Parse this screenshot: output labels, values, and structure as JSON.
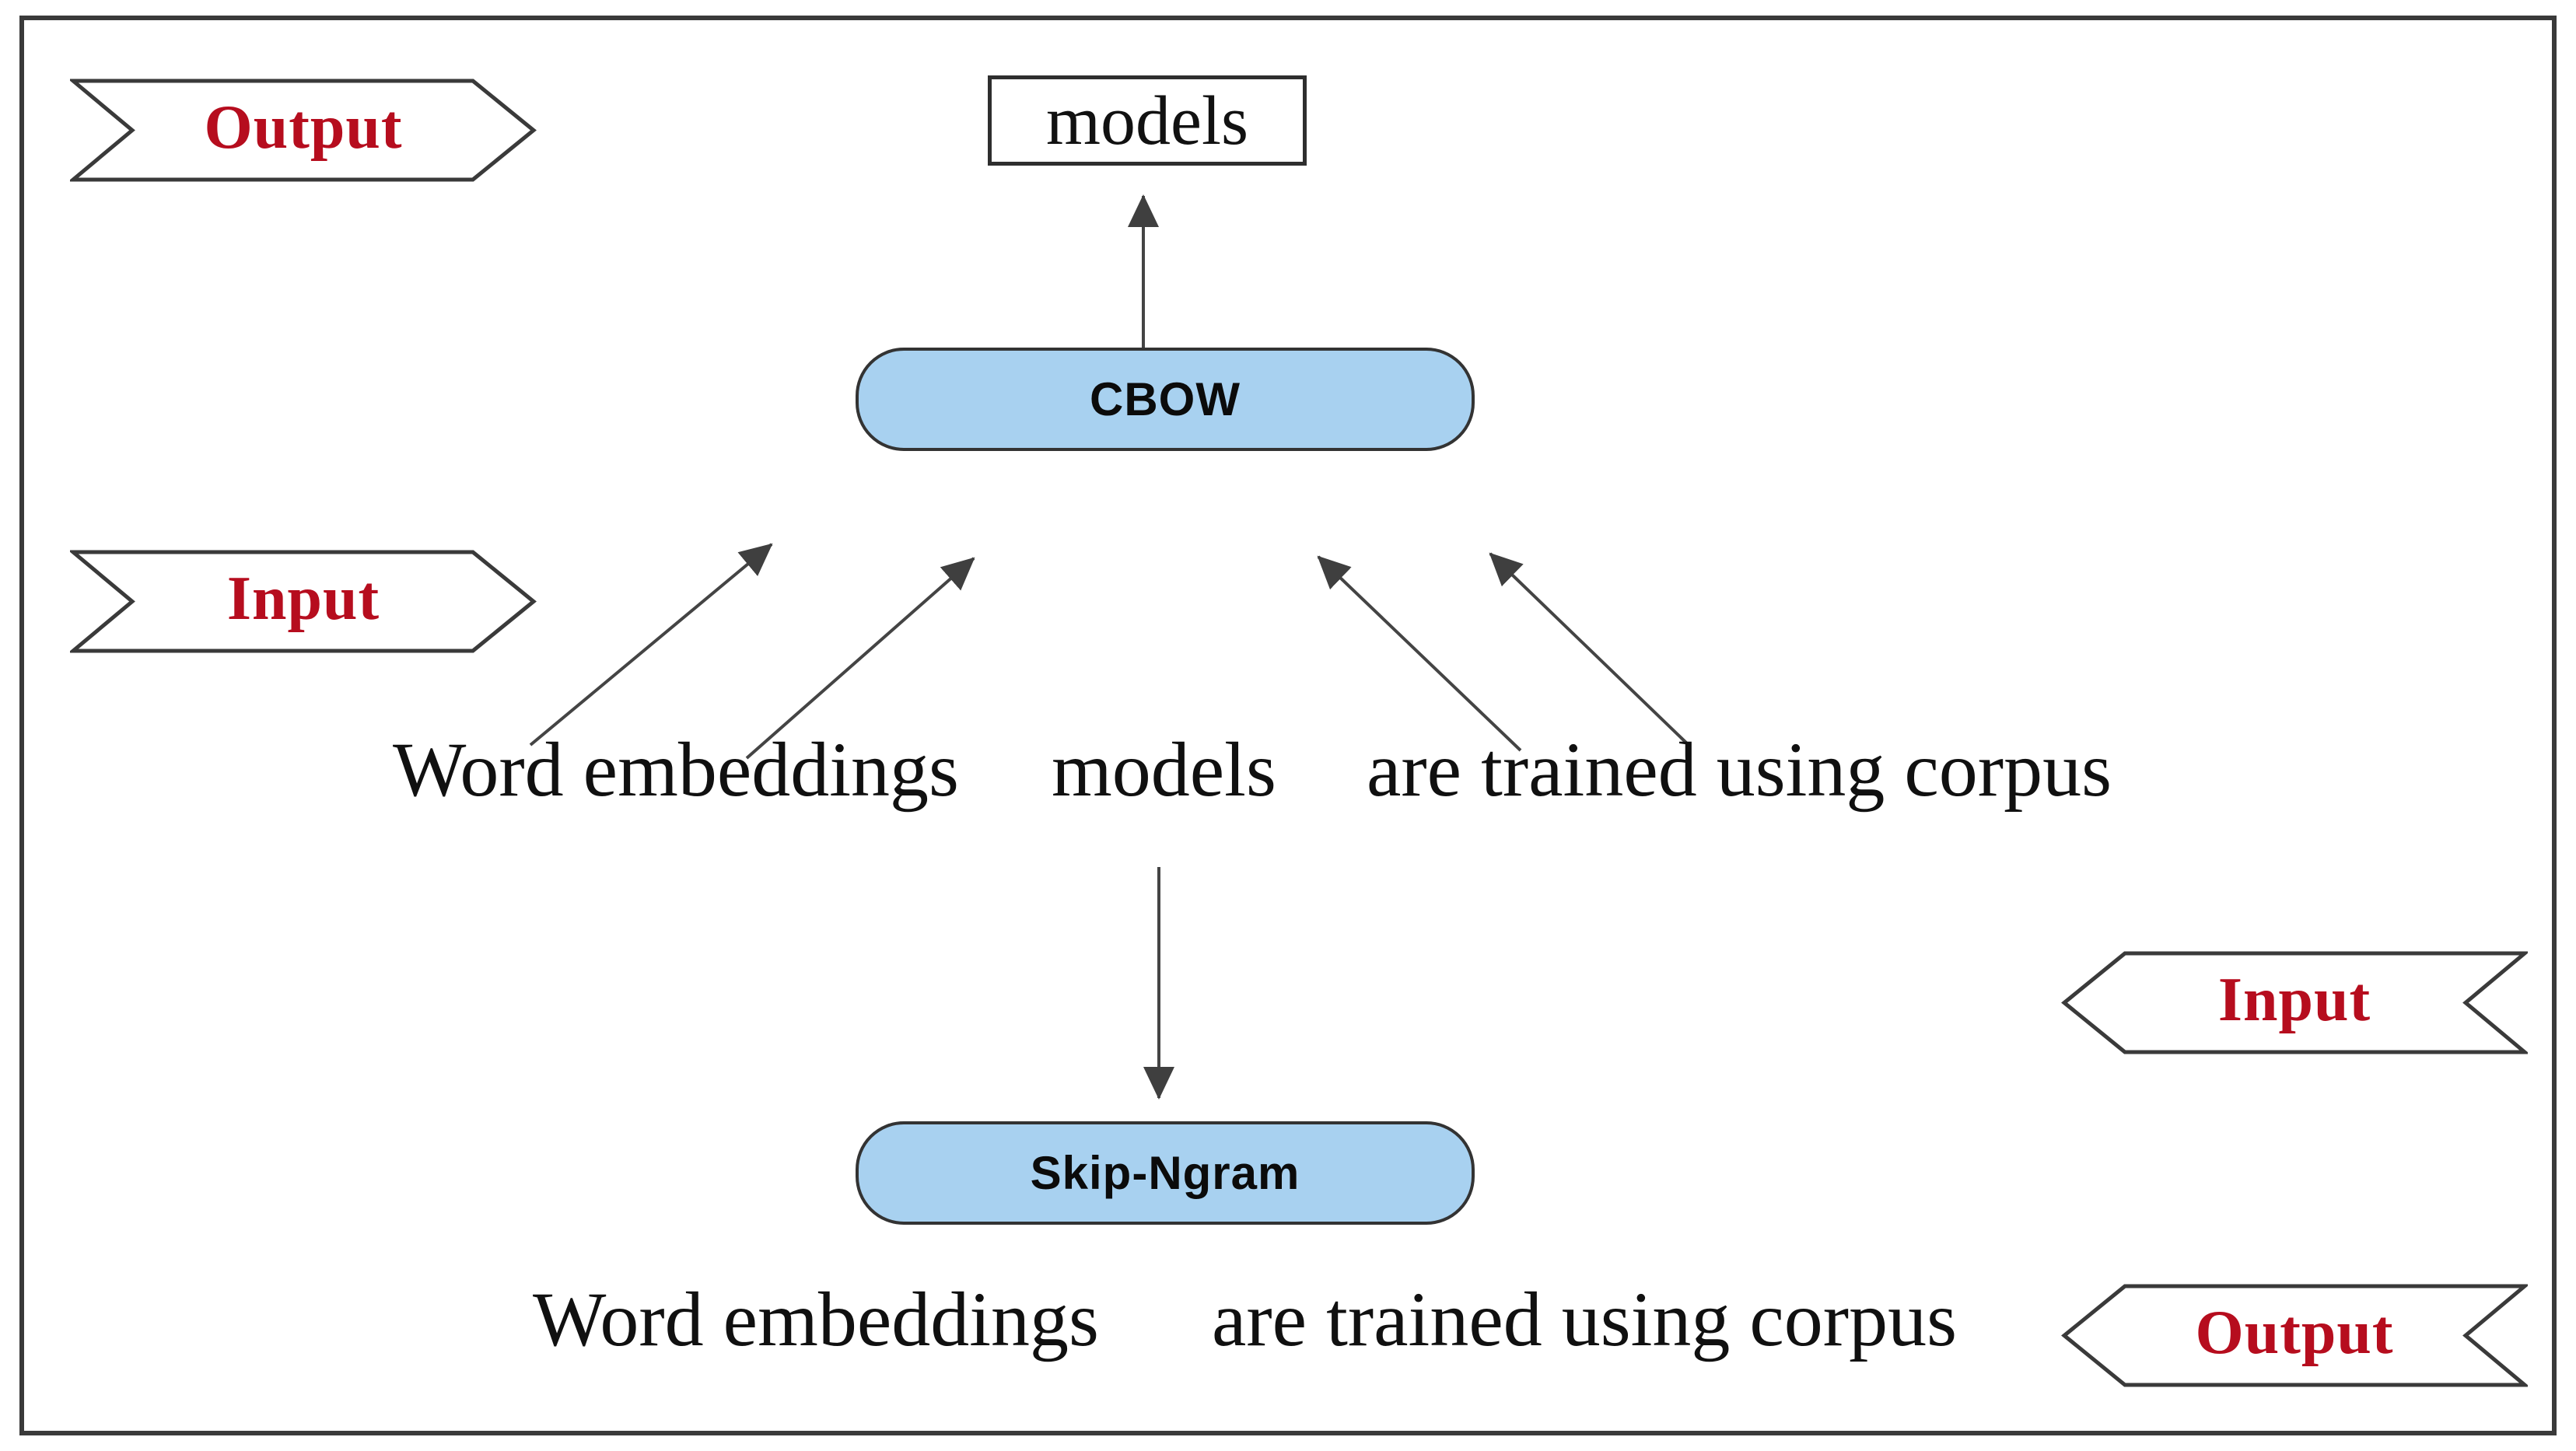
{
  "figure": {
    "type": "word2vec-architecture-diagram",
    "colors": {
      "accent_red": "#b60d1e",
      "node_fill_blue": "#a8d1f0",
      "stroke_dark": "#3a3a3a"
    }
  },
  "banners": {
    "output_top_left": "Output",
    "input_left": "Input",
    "input_right": "Input",
    "output_bottom_right": "Output"
  },
  "nodes": {
    "models_box": "models",
    "cbow": "CBOW",
    "skip_ngram": "Skip-Ngram"
  },
  "cbow_sentence": {
    "part1": "Word embeddings",
    "part2": "models",
    "part3": "are trained using corpus"
  },
  "skip_sentence": {
    "part1": "Word embeddings",
    "part2": "are trained using corpus"
  }
}
